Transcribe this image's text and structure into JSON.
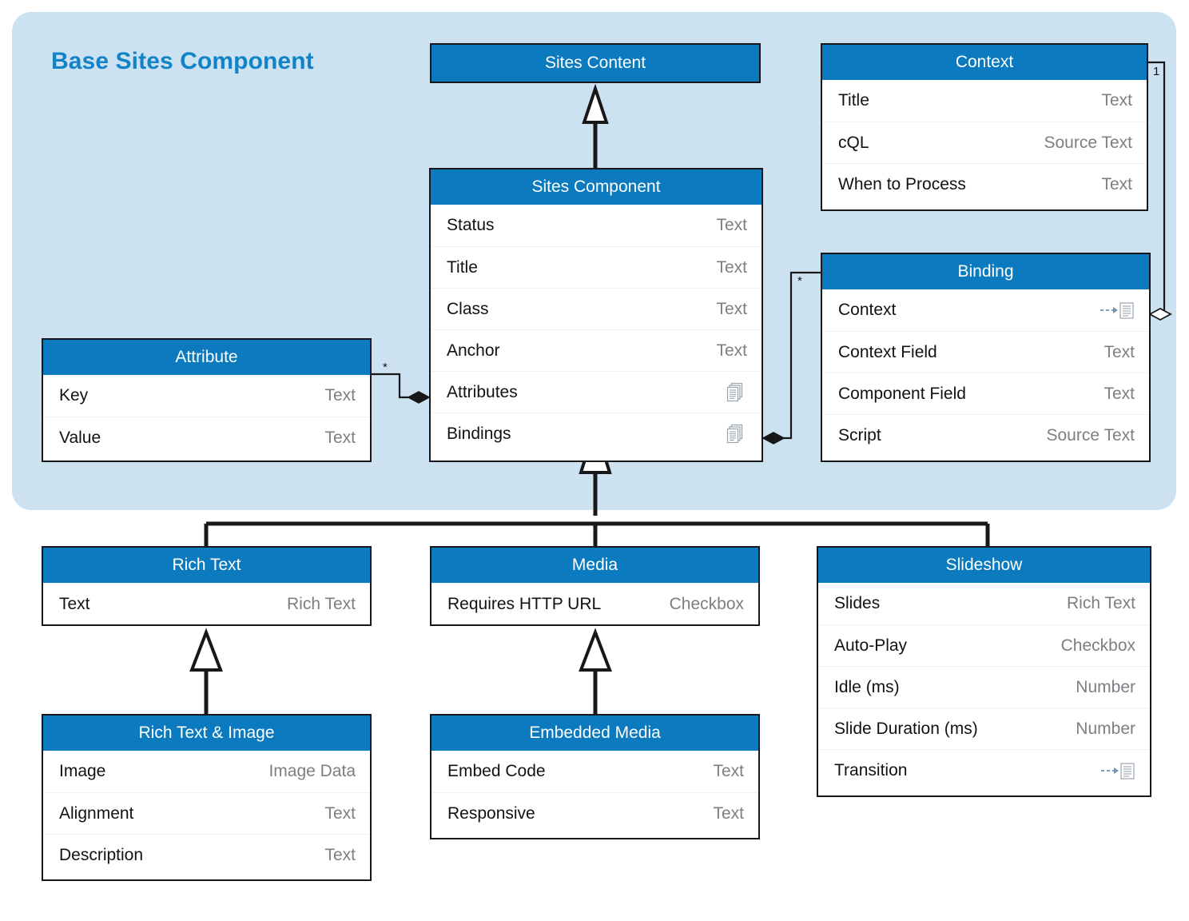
{
  "diagram": {
    "title": "Base Sites Component",
    "accent_blue": "#0b7abe",
    "panel_bg": "#cde2f0",
    "title_color": "#1183c6",
    "type_text_color": "#7b7f84"
  },
  "classes": {
    "sites_content": {
      "name": "Sites Content",
      "rows": []
    },
    "sites_component": {
      "name": "Sites Component",
      "rows": [
        {
          "name": "Status",
          "type": "Text",
          "icon": ""
        },
        {
          "name": "Title",
          "type": "Text",
          "icon": ""
        },
        {
          "name": "Class",
          "type": "Text",
          "icon": ""
        },
        {
          "name": "Anchor",
          "type": "Text",
          "icon": ""
        },
        {
          "name": "Attributes",
          "type": "",
          "icon": "documents-stack-icon"
        },
        {
          "name": "Bindings",
          "type": "",
          "icon": "documents-stack-icon"
        }
      ]
    },
    "context": {
      "name": "Context",
      "rows": [
        {
          "name": "Title",
          "type": "Text",
          "icon": ""
        },
        {
          "name": "cQL",
          "type": "Source Text",
          "icon": ""
        },
        {
          "name": "When to Process",
          "type": "Text",
          "icon": ""
        }
      ]
    },
    "binding": {
      "name": "Binding",
      "rows": [
        {
          "name": "Context",
          "type": "",
          "icon": "dashed-arrow-document-icon"
        },
        {
          "name": "Context Field",
          "type": "Text",
          "icon": ""
        },
        {
          "name": "Component Field",
          "type": "Text",
          "icon": ""
        },
        {
          "name": "Script",
          "type": "Source Text",
          "icon": ""
        }
      ]
    },
    "attribute": {
      "name": "Attribute",
      "rows": [
        {
          "name": "Key",
          "type": "Text",
          "icon": ""
        },
        {
          "name": "Value",
          "type": "Text",
          "icon": ""
        }
      ]
    },
    "rich_text": {
      "name": "Rich Text",
      "rows": [
        {
          "name": "Text",
          "type": "Rich Text",
          "icon": ""
        }
      ]
    },
    "rich_text_image": {
      "name": "Rich Text & Image",
      "rows": [
        {
          "name": "Image",
          "type": "Image Data",
          "icon": ""
        },
        {
          "name": "Alignment",
          "type": "Text",
          "icon": ""
        },
        {
          "name": "Description",
          "type": "Text",
          "icon": ""
        }
      ]
    },
    "media": {
      "name": "Media",
      "rows": [
        {
          "name": "Requires HTTP URL",
          "type": "Checkbox",
          "icon": ""
        }
      ]
    },
    "embedded_media": {
      "name": "Embedded Media",
      "rows": [
        {
          "name": "Embed Code",
          "type": "Text",
          "icon": ""
        },
        {
          "name": "Responsive",
          "type": "Text",
          "icon": ""
        }
      ]
    },
    "slideshow": {
      "name": "Slideshow",
      "rows": [
        {
          "name": "Slides",
          "type": "Rich Text",
          "icon": ""
        },
        {
          "name": "Auto-Play",
          "type": "Checkbox",
          "icon": ""
        },
        {
          "name": "Idle (ms)",
          "type": "Number",
          "icon": ""
        },
        {
          "name": "Slide Duration (ms)",
          "type": "Number",
          "icon": ""
        },
        {
          "name": "Transition",
          "type": "",
          "icon": "dashed-arrow-document-icon"
        }
      ]
    }
  },
  "relationships": [
    {
      "id": "attr-to-component",
      "from": "Attribute",
      "to": "Sites Component.Attributes",
      "kind": "composition",
      "multiplicity": "*"
    },
    {
      "id": "binding-to-component",
      "from": "Binding",
      "to": "Sites Component.Bindings",
      "kind": "composition",
      "multiplicity": "*"
    },
    {
      "id": "context-to-binding",
      "from": "Context",
      "to": "Binding.Context",
      "kind": "aggregation",
      "multiplicity": "1"
    },
    {
      "id": "component-generalizes-content",
      "from": "Sites Component",
      "to": "Sites Content",
      "kind": "generalization",
      "multiplicity": ""
    },
    {
      "id": "richtext-generalizes-component",
      "from": "Rich Text",
      "to": "Sites Component",
      "kind": "generalization",
      "multiplicity": ""
    },
    {
      "id": "media-generalizes-component",
      "from": "Media",
      "to": "Sites Component",
      "kind": "generalization",
      "multiplicity": ""
    },
    {
      "id": "slideshow-generalizes-component",
      "from": "Slideshow",
      "to": "Sites Component",
      "kind": "generalization",
      "multiplicity": ""
    },
    {
      "id": "richtextimage-generalizes-richtext",
      "from": "Rich Text & Image",
      "to": "Rich Text",
      "kind": "generalization",
      "multiplicity": ""
    },
    {
      "id": "embeddedmedia-generalizes-media",
      "from": "Embedded Media",
      "to": "Media",
      "kind": "generalization",
      "multiplicity": ""
    }
  ]
}
